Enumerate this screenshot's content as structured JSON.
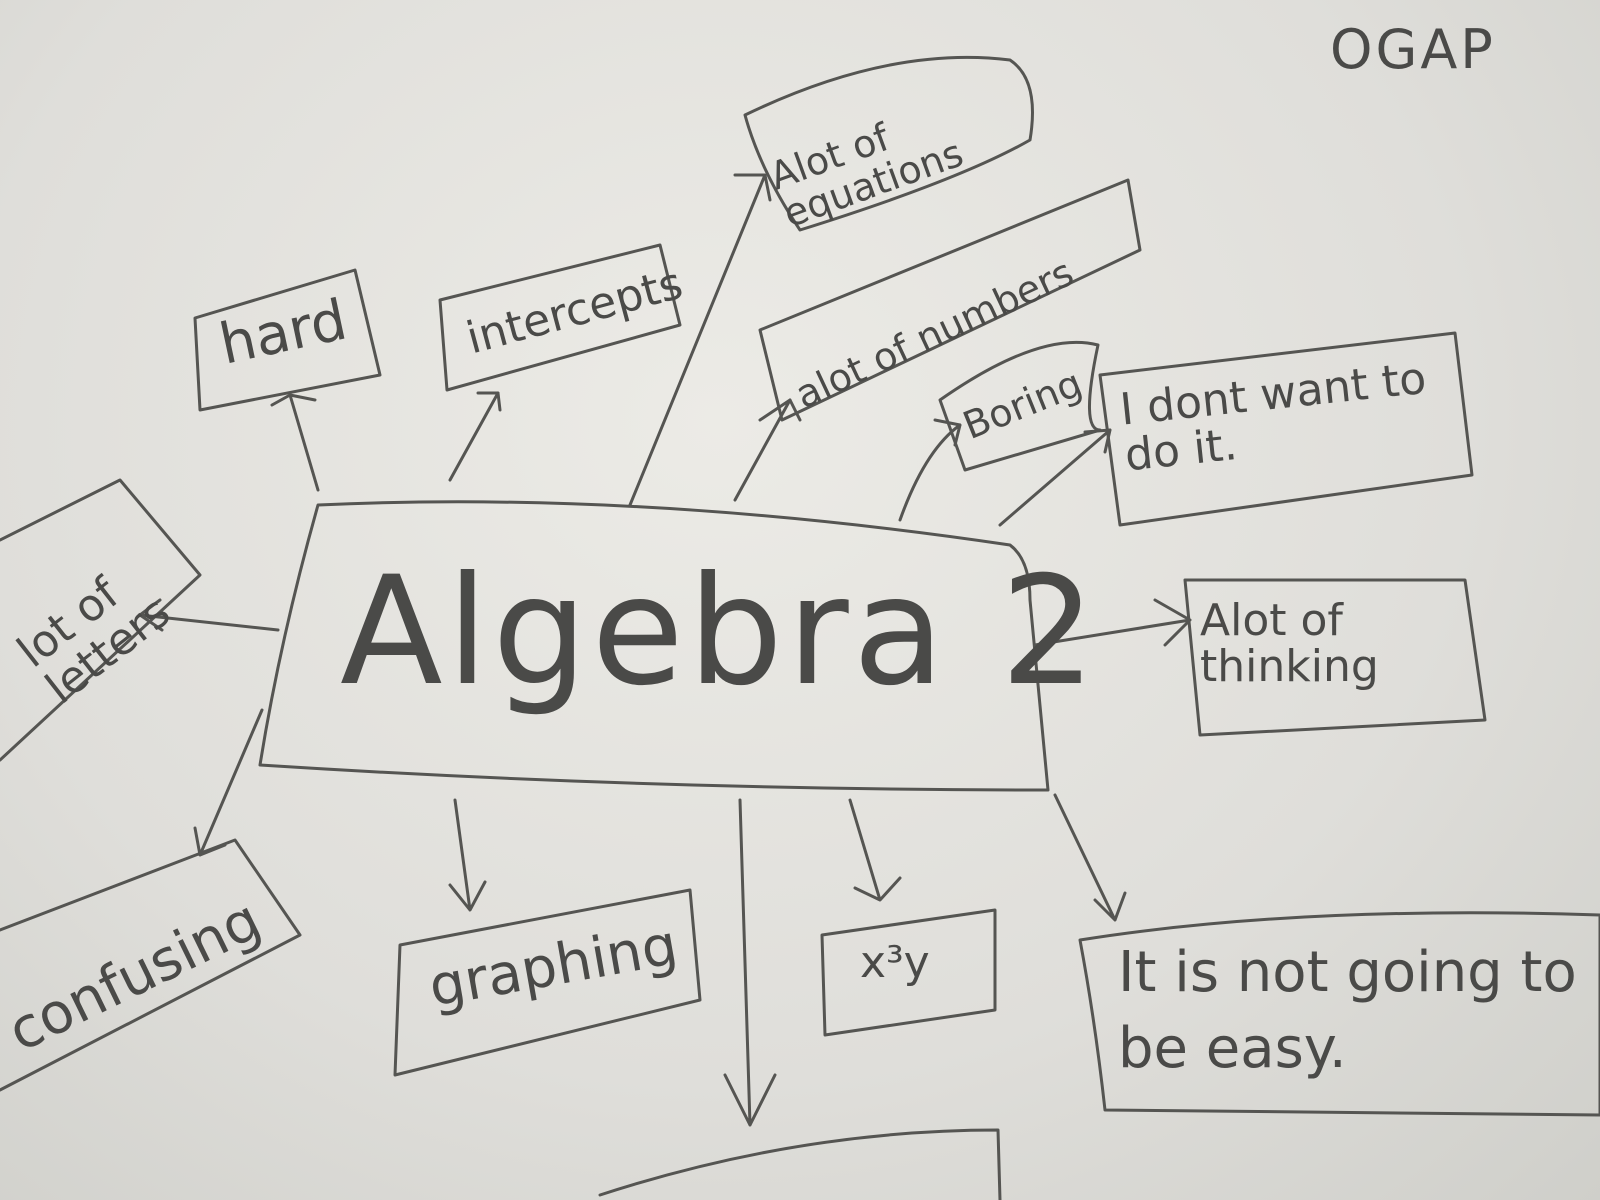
{
  "corner_note": "OGAP",
  "central_topic": "Algebra 2",
  "nodes": {
    "hard": "hard",
    "intercepts": "intercepts",
    "lot_of_equations": "Alot of equations",
    "lot_of_numbers": "alot of numbers",
    "boring": "Boring",
    "dont_want": "I dont want to do it.",
    "lot_of_thinking": "Alot of thinking",
    "lot_of_letters": "lot of letters",
    "confusing": "confusing",
    "graphing": "graphing",
    "xy": "x³y",
    "not_easy": "It is not going to be easy."
  },
  "colors": {
    "pencil": "#4a4a48",
    "paper": "#e6e5e0"
  }
}
